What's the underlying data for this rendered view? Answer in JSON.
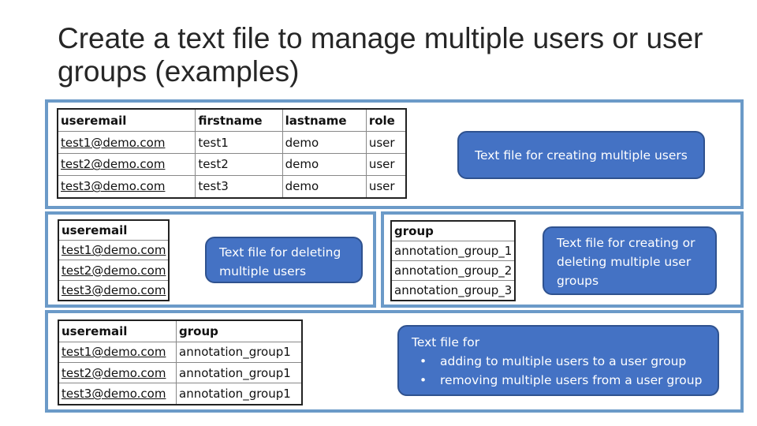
{
  "slide": {
    "title": "Create a text file to manage multiple users or user groups (examples)",
    "colors": {
      "panel_border": "#6b9ac8",
      "callout_fill": "#4472c4"
    }
  },
  "tables": {
    "create_users": {
      "headers": [
        "useremail",
        "firstname",
        "lastname",
        "role"
      ],
      "rows": [
        [
          "test1@demo.com",
          "test1",
          "demo",
          "user"
        ],
        [
          "test2@demo.com",
          "test2",
          "demo",
          "user"
        ],
        [
          "test3@demo.com",
          "test3",
          "demo",
          "user"
        ]
      ]
    },
    "delete_users": {
      "headers": [
        "useremail"
      ],
      "rows": [
        [
          "test1@demo.com"
        ],
        [
          "test2@demo.com"
        ],
        [
          "test3@demo.com"
        ]
      ]
    },
    "groups": {
      "headers": [
        "group"
      ],
      "rows": [
        [
          "annotation_group_1"
        ],
        [
          "annotation_group_2"
        ],
        [
          "annotation_group_3"
        ]
      ]
    },
    "user_groups": {
      "headers": [
        "useremail",
        "group"
      ],
      "rows": [
        [
          "test1@demo.com",
          "annotation_group1"
        ],
        [
          "test2@demo.com",
          "annotation_group1"
        ],
        [
          "test3@demo.com",
          "annotation_group1"
        ]
      ]
    }
  },
  "callouts": {
    "create_users": "Text file for creating multiple users",
    "delete_users": "Text file for deleting multiple users",
    "groups": "Text file for creating or deleting multiple user groups",
    "user_groups": {
      "intro": "Text file for",
      "bullets": [
        "adding to multiple users to a user group",
        "removing multiple users from a user group"
      ]
    }
  }
}
